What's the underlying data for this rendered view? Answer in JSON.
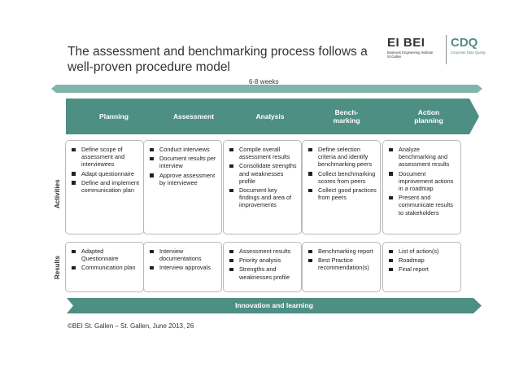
{
  "slide": {
    "title": "The assessment and benchmarking process follows a well-proven procedure model",
    "logo_bei": {
      "mark_prefix": "EI",
      "mark_text": "BEI",
      "subtitle": "Business Engineering Institute St.Gallen"
    },
    "logo_cdq": {
      "mark_text": "CDQ",
      "subtitle": "Corporate Data Quality"
    },
    "duration_label": "6-8 weeks",
    "phases": [
      {
        "label": "Planning"
      },
      {
        "label": "Assessment"
      },
      {
        "label": "Analysis"
      },
      {
        "label": "Bench-\nmarking"
      },
      {
        "label": "Action\nplanning"
      }
    ],
    "row_labels": {
      "activities": "Activities",
      "results": "Results"
    },
    "activities": [
      [
        "Define scope of assessment and interviewees",
        "Adapt questionnaire",
        "Define and implement communication plan"
      ],
      [
        "Conduct interviews",
        "Document results per interview",
        "Approve assessment by interviewee"
      ],
      [
        "Compile overall assessment results",
        "Consolidate strengths and weaknesses profile",
        "Document key findings and area of improvements"
      ],
      [
        "Define selection criteria and identify benchmarking peers",
        "Collect benchmarking scores from peers",
        "Collect good practices from peers"
      ],
      [
        "Analyze benchmarking and assessment results",
        "Document improvement actions in a roadmap",
        "Present and communicate results to stakeholders"
      ]
    ],
    "results": [
      [
        "Adapted Questionnaire",
        "Communication plan"
      ],
      [
        "Interview documentations",
        "Interview approvals"
      ],
      [
        "Assessment results",
        "Priority analysis",
        "Strengths and weaknesses profile"
      ],
      [
        "Benchmarking report",
        "Best Practice recommendation(s)"
      ],
      [
        "List of action(s)",
        "Roadmap",
        "Final report"
      ]
    ],
    "foundation_label": "Innovation and learning",
    "footer": "©BEI St. Gallen – St. Gallen, June 2013, 26",
    "colors": {
      "phase": "#4e8f84",
      "phase_light": "#6aa69b",
      "arrow": "#7fb5ab",
      "text": "#222222",
      "border": "#b9b9b9"
    }
  }
}
